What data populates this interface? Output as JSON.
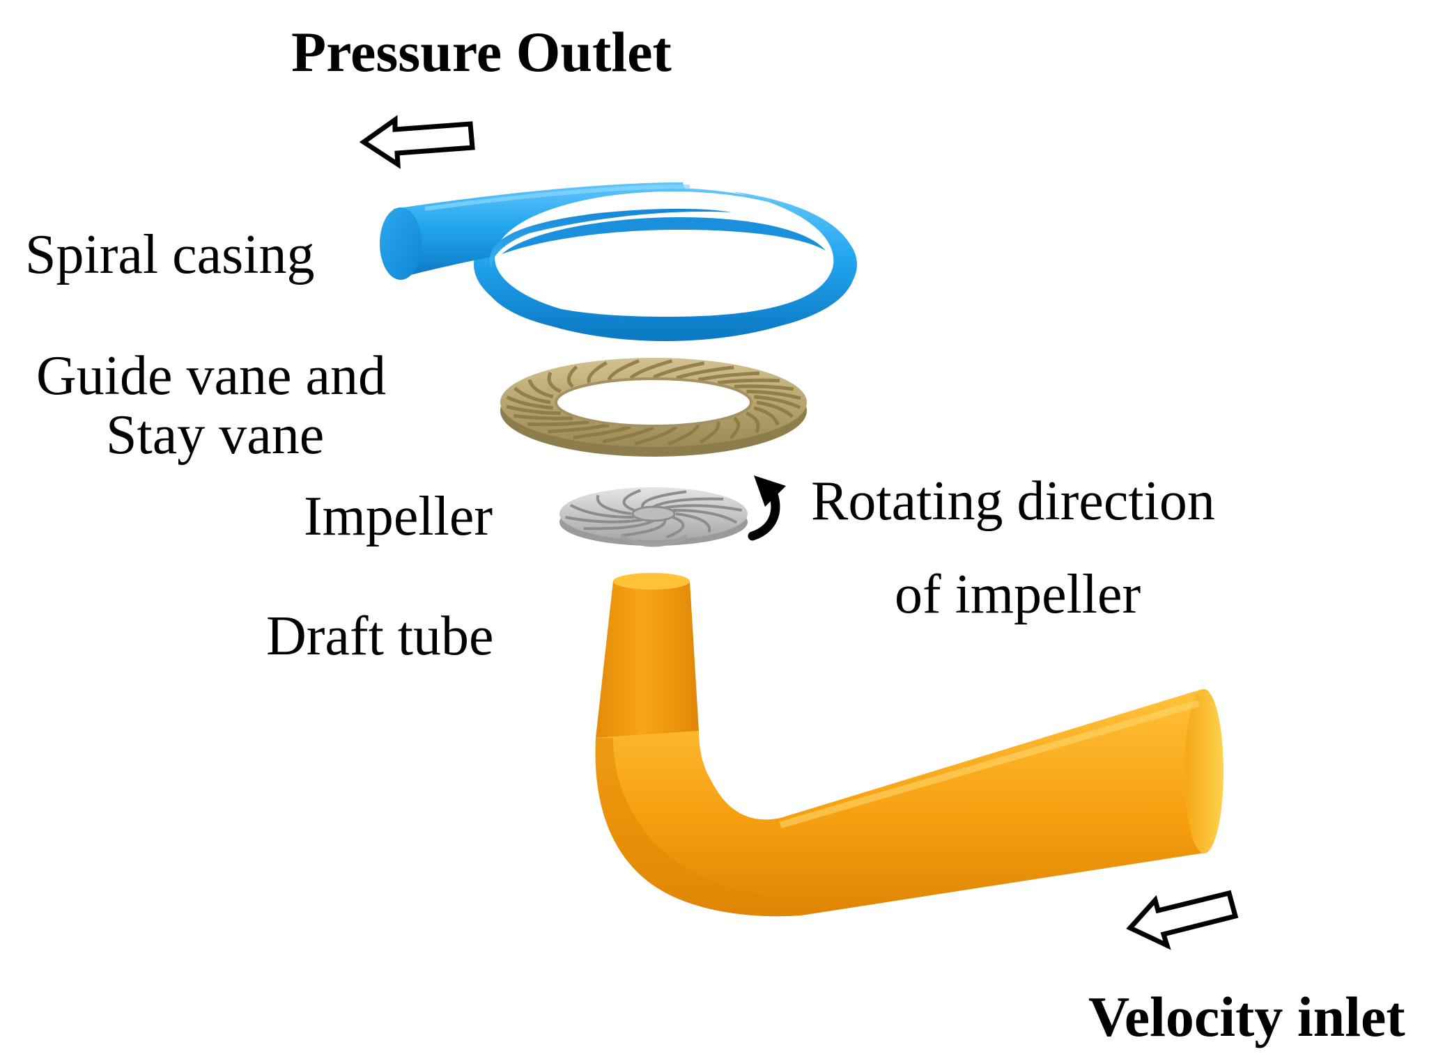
{
  "labels": {
    "pressure_outlet": "Pressure Outlet",
    "spiral_casing": "Spiral casing",
    "guide_vane_line1": "Guide vane and",
    "guide_vane_line2": "Stay vane",
    "impeller": "Impeller",
    "draft_tube": "Draft tube",
    "rotating_line1": "Rotating direction",
    "rotating_line2": "of impeller",
    "velocity_inlet": "Velocity inlet"
  },
  "colors": {
    "spiral_casing": "#1E9BE6",
    "guide_vane": "#B9A671",
    "impeller": "#C8C8C8",
    "draft_tube": "#F5A20E",
    "text": "#000000",
    "background": "#FFFFFF"
  },
  "components": [
    {
      "name": "spiral casing",
      "color": "#1E9BE6"
    },
    {
      "name": "guide vane and stay vane",
      "color": "#B9A671"
    },
    {
      "name": "impeller",
      "color": "#C8C8C8"
    },
    {
      "name": "draft tube",
      "color": "#F5A20E"
    }
  ],
  "arrows": [
    {
      "name": "outlet-arrow-icon",
      "direction": "left"
    },
    {
      "name": "inlet-arrow-icon",
      "direction": "left"
    },
    {
      "name": "rotation-arrow-icon",
      "direction": "curved"
    }
  ]
}
